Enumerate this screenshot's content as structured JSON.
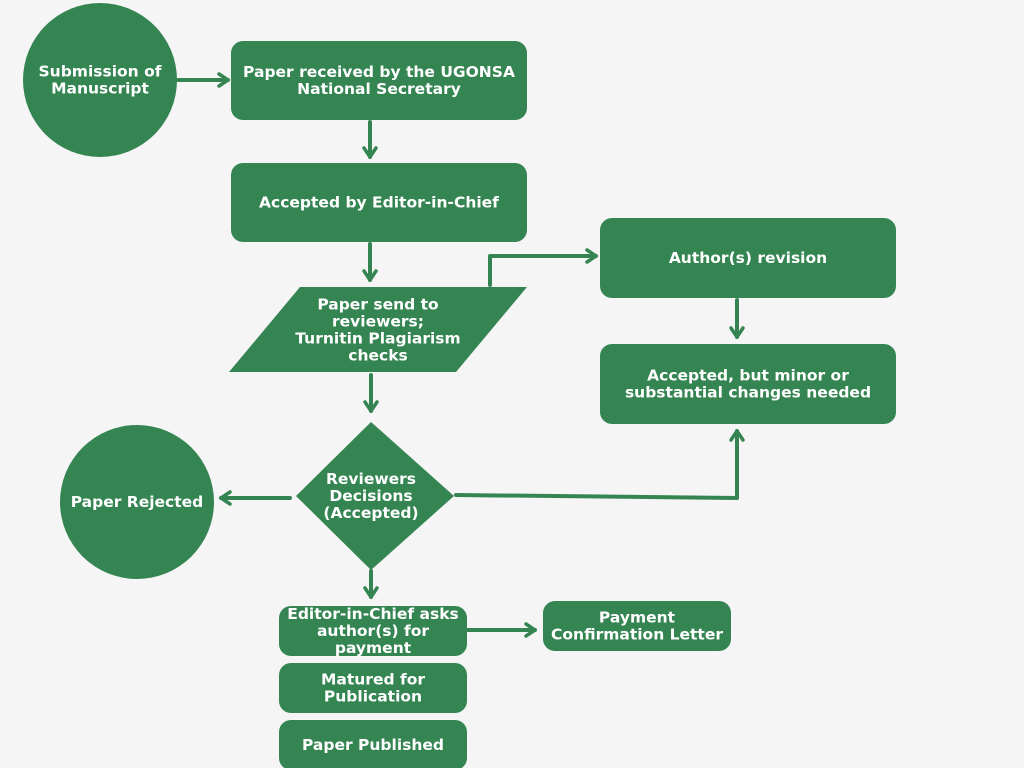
{
  "colors": {
    "background": "#f5f5f5",
    "node_fill": "#358553",
    "node_text": "#ffffff",
    "connector": "#358553"
  },
  "nodes": {
    "submission": {
      "shape": "circle",
      "lines": [
        "Submission of",
        "Manuscript"
      ]
    },
    "received": {
      "shape": "rounded-rect",
      "lines": [
        "Paper received by the UGONSA",
        "National Secretary"
      ]
    },
    "accepted_editor": {
      "shape": "rounded-rect",
      "lines": [
        "Accepted by Editor-in-Chief"
      ]
    },
    "send_reviewers": {
      "shape": "parallelogram",
      "lines": [
        "Paper send to",
        "reviewers;",
        "Turnitin Plagiarism",
        "checks"
      ]
    },
    "author_revision": {
      "shape": "rounded-rect",
      "lines": [
        "Author(s) revision"
      ]
    },
    "minor_changes": {
      "shape": "rounded-rect",
      "lines": [
        "Accepted, but minor or",
        "substantial changes needed"
      ]
    },
    "decisions": {
      "shape": "diamond",
      "lines": [
        "Reviewers",
        "Decisions",
        "(Accepted)"
      ]
    },
    "rejected": {
      "shape": "circle",
      "lines": [
        "Paper Rejected"
      ]
    },
    "payment_request": {
      "shape": "rounded-rect",
      "lines": [
        "Editor-in-Chief asks",
        "author(s) for",
        "payment"
      ]
    },
    "payment_letter": {
      "shape": "rounded-rect",
      "lines": [
        "Payment",
        "Confirmation Letter"
      ]
    },
    "matured": {
      "shape": "rounded-rect",
      "lines": [
        "Matured for",
        "Publication"
      ]
    },
    "published": {
      "shape": "rounded-rect",
      "lines": [
        "Paper Published"
      ]
    }
  },
  "edges": [
    {
      "from": "submission",
      "to": "received"
    },
    {
      "from": "received",
      "to": "accepted_editor"
    },
    {
      "from": "accepted_editor",
      "to": "send_reviewers"
    },
    {
      "from": "send_reviewers",
      "to": "author_revision"
    },
    {
      "from": "author_revision",
      "to": "minor_changes"
    },
    {
      "from": "send_reviewers",
      "to": "decisions"
    },
    {
      "from": "decisions",
      "to": "rejected"
    },
    {
      "from": "decisions",
      "to": "minor_changes"
    },
    {
      "from": "decisions",
      "to": "payment_request"
    },
    {
      "from": "payment_request",
      "to": "payment_letter"
    }
  ]
}
